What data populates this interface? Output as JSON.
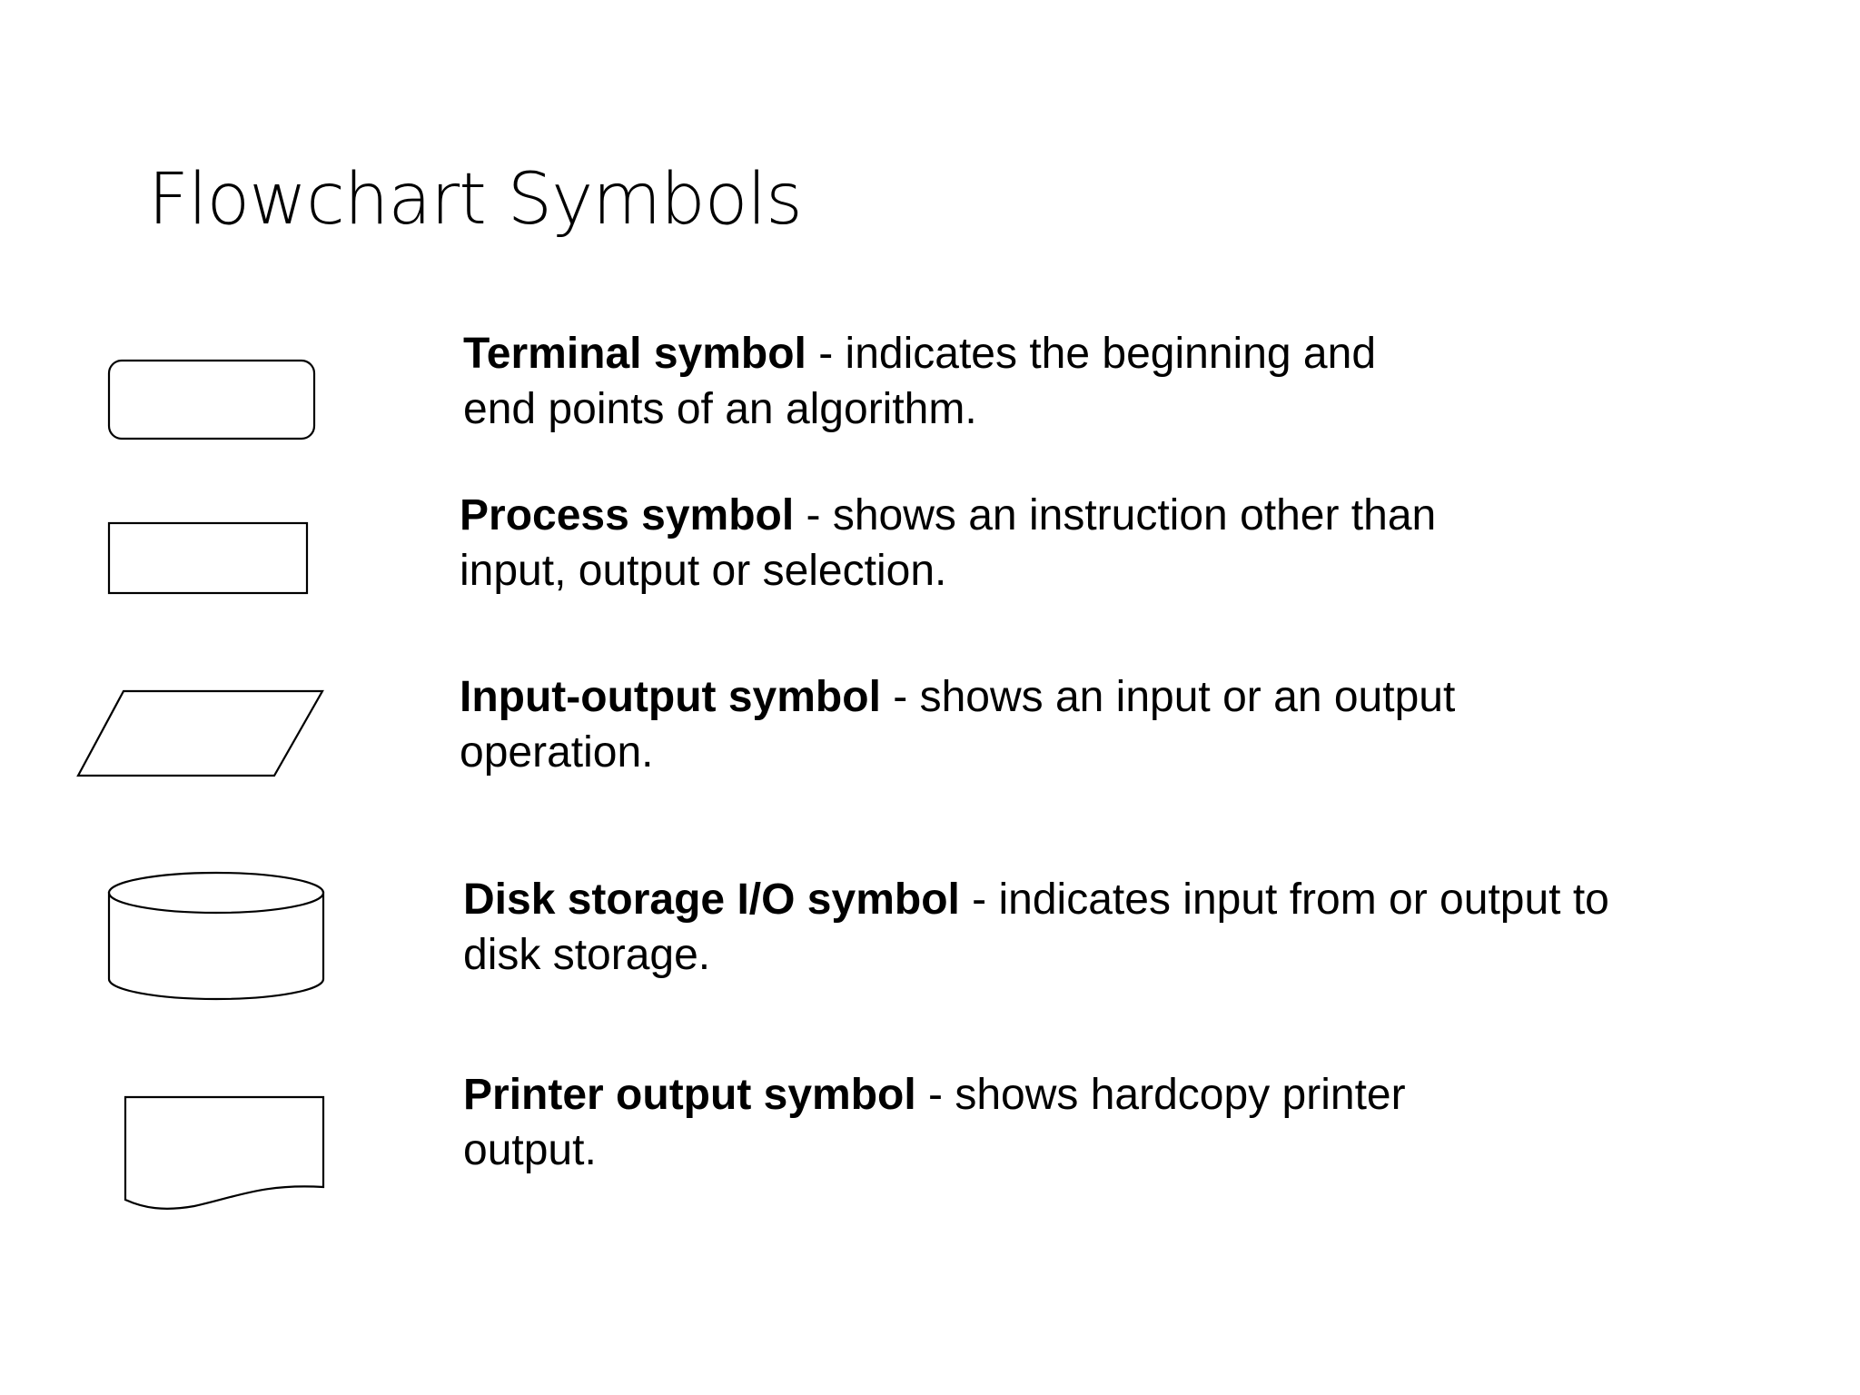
{
  "title": "Flowchart Symbols",
  "symbols": [
    {
      "shape": "terminal",
      "name": "Terminal symbol",
      "line1_rest": " - indicates the beginning and",
      "line2": "end points of an algorithm."
    },
    {
      "shape": "process",
      "name": "Process symbol",
      "line1_rest": " - shows an instruction other than",
      "line2": "input, output or selection."
    },
    {
      "shape": "input-output",
      "name": "Input-output symbol",
      "line1_rest": " - shows an input or an output",
      "line2": "operation."
    },
    {
      "shape": "disk-storage",
      "name": "Disk storage I/O symbol",
      "line1_rest": " - indicates input from or output to",
      "line2": "disk storage."
    },
    {
      "shape": "printer-output",
      "name": "Printer output symbol",
      "line1_rest": " - shows hardcopy printer",
      "line2": "output."
    }
  ]
}
